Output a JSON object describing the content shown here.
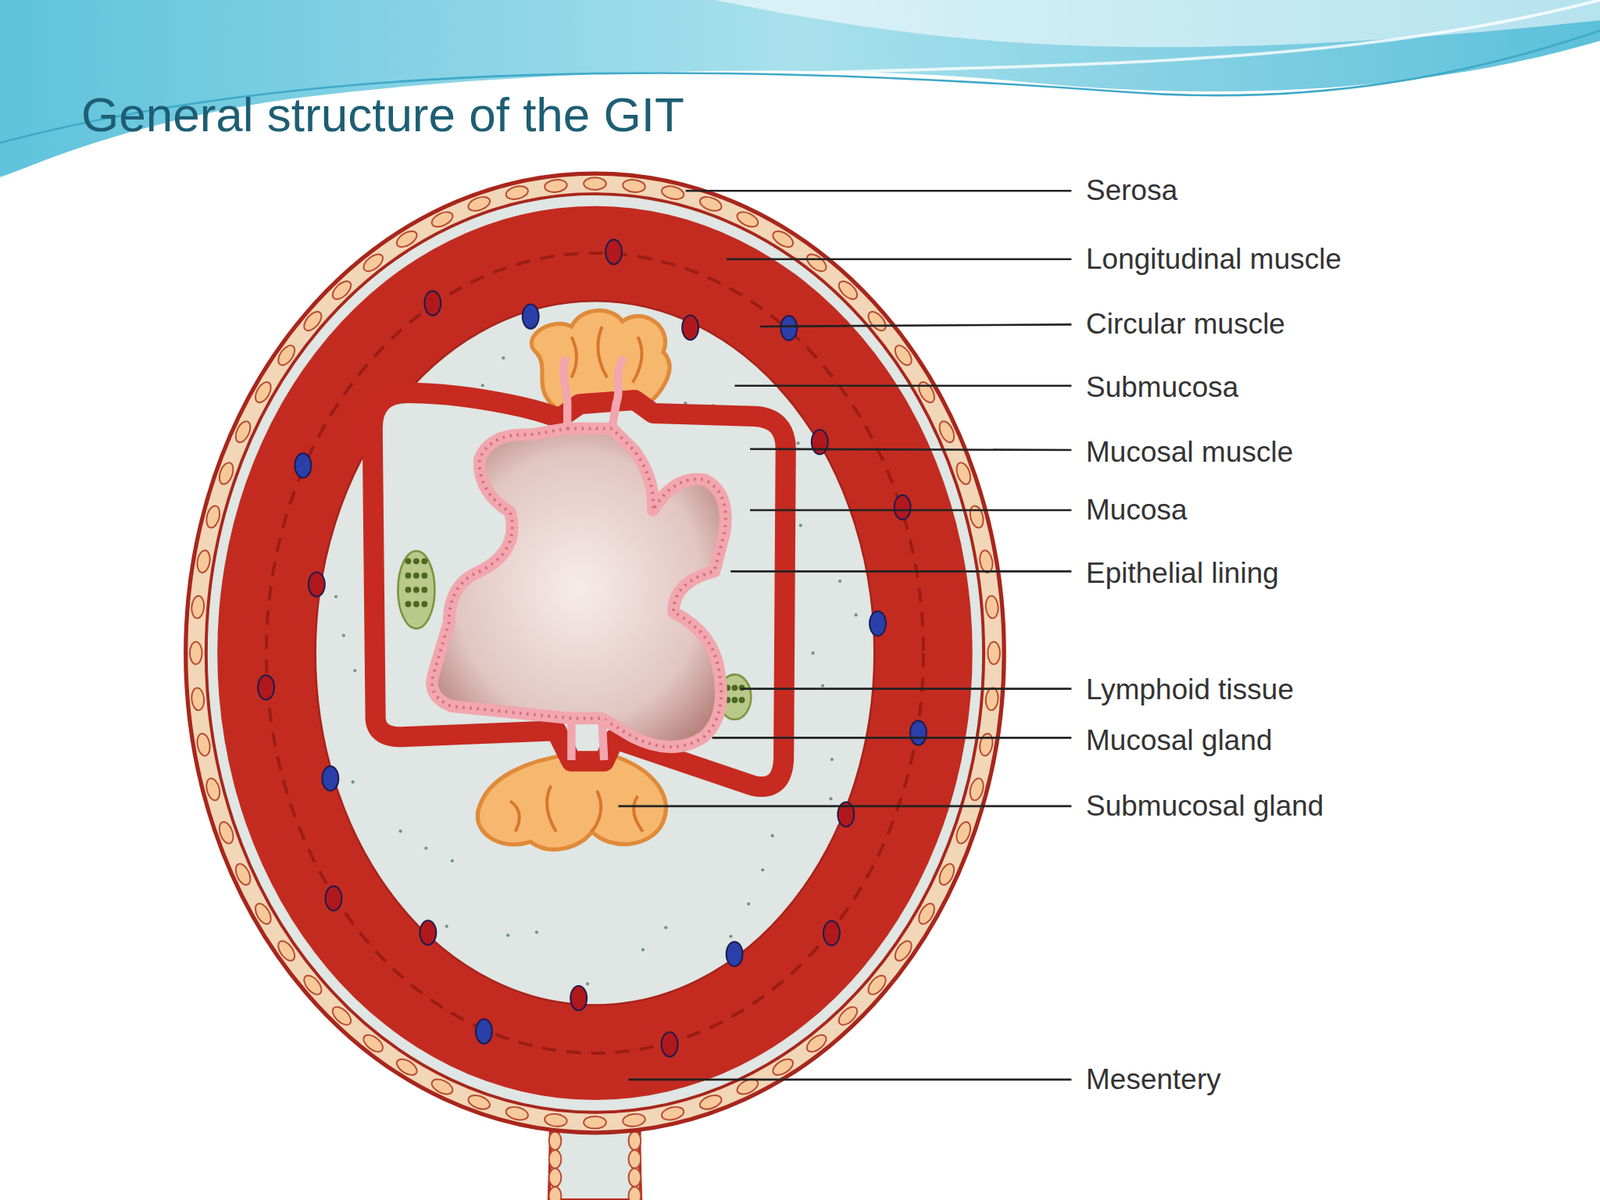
{
  "diagram": {
    "title": "General structure of the GIT",
    "labels": [
      "Serosa",
      "Longitudinal muscle",
      "Circular muscle",
      "Submucosa",
      "Mucosal muscle",
      "Mucosa",
      "Epithelial lining",
      "Lymphoid tissue",
      "Mucosal gland",
      "Submucosal gland",
      "Mesentery"
    ]
  }
}
